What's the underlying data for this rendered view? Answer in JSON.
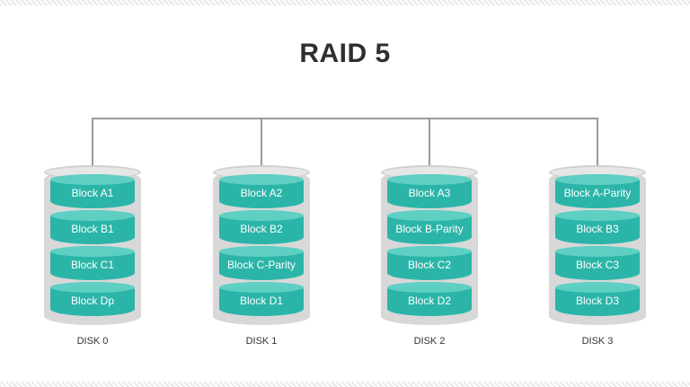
{
  "title": "RAID 5",
  "colors": {
    "block": "#2bb5a8",
    "block_top": "#5fcfc4",
    "shell": "#d8d8d8",
    "bus_line": "#9a9a9a",
    "title_text": "#2f2f2f"
  },
  "disks": [
    {
      "label": "DISK 0",
      "blocks": [
        "Block A1",
        "Block B1",
        "Block C1",
        "Block Dp"
      ]
    },
    {
      "label": "DISK 1",
      "blocks": [
        "Block A2",
        "Block B2",
        "Block C-Parity",
        "Block D1"
      ]
    },
    {
      "label": "DISK 2",
      "blocks": [
        "Block A3",
        "Block B-Parity",
        "Block C2",
        "Block D2"
      ]
    },
    {
      "label": "DISK 3",
      "blocks": [
        "Block A-Parity",
        "Block B3",
        "Block C3",
        "Block D3"
      ]
    }
  ]
}
